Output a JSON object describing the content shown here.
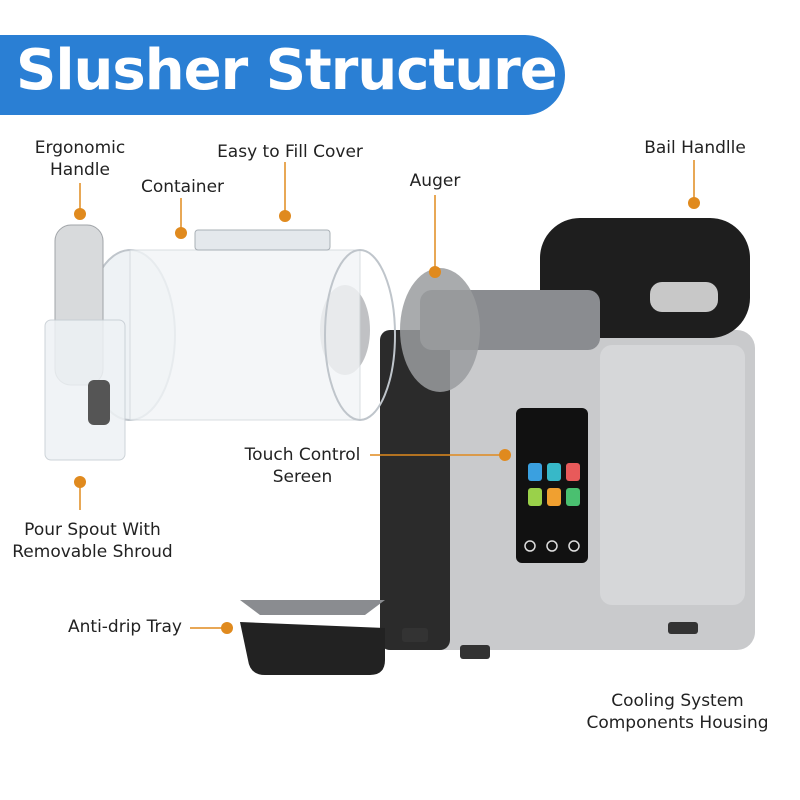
{
  "title": "Slusher Structure",
  "colors": {
    "banner": "#2a7fd4",
    "callout_dot": "#e08a1e",
    "callout_line": "#e08a1e"
  },
  "labels": {
    "ergonomic_handle": [
      "Ergonomic",
      "Handle"
    ],
    "easy_fill_cover": "Easy to Fill Cover",
    "container": "Container",
    "auger": "Auger",
    "bail_handle": "Bail Handlle",
    "touch_control": [
      "Touch Control",
      "Sereen"
    ],
    "pour_spout": [
      "Pour Spout With",
      "Removable Shroud"
    ],
    "anti_drip": "Anti-drip Tray",
    "cooling": [
      "Cooling System",
      "Components Housing"
    ]
  }
}
